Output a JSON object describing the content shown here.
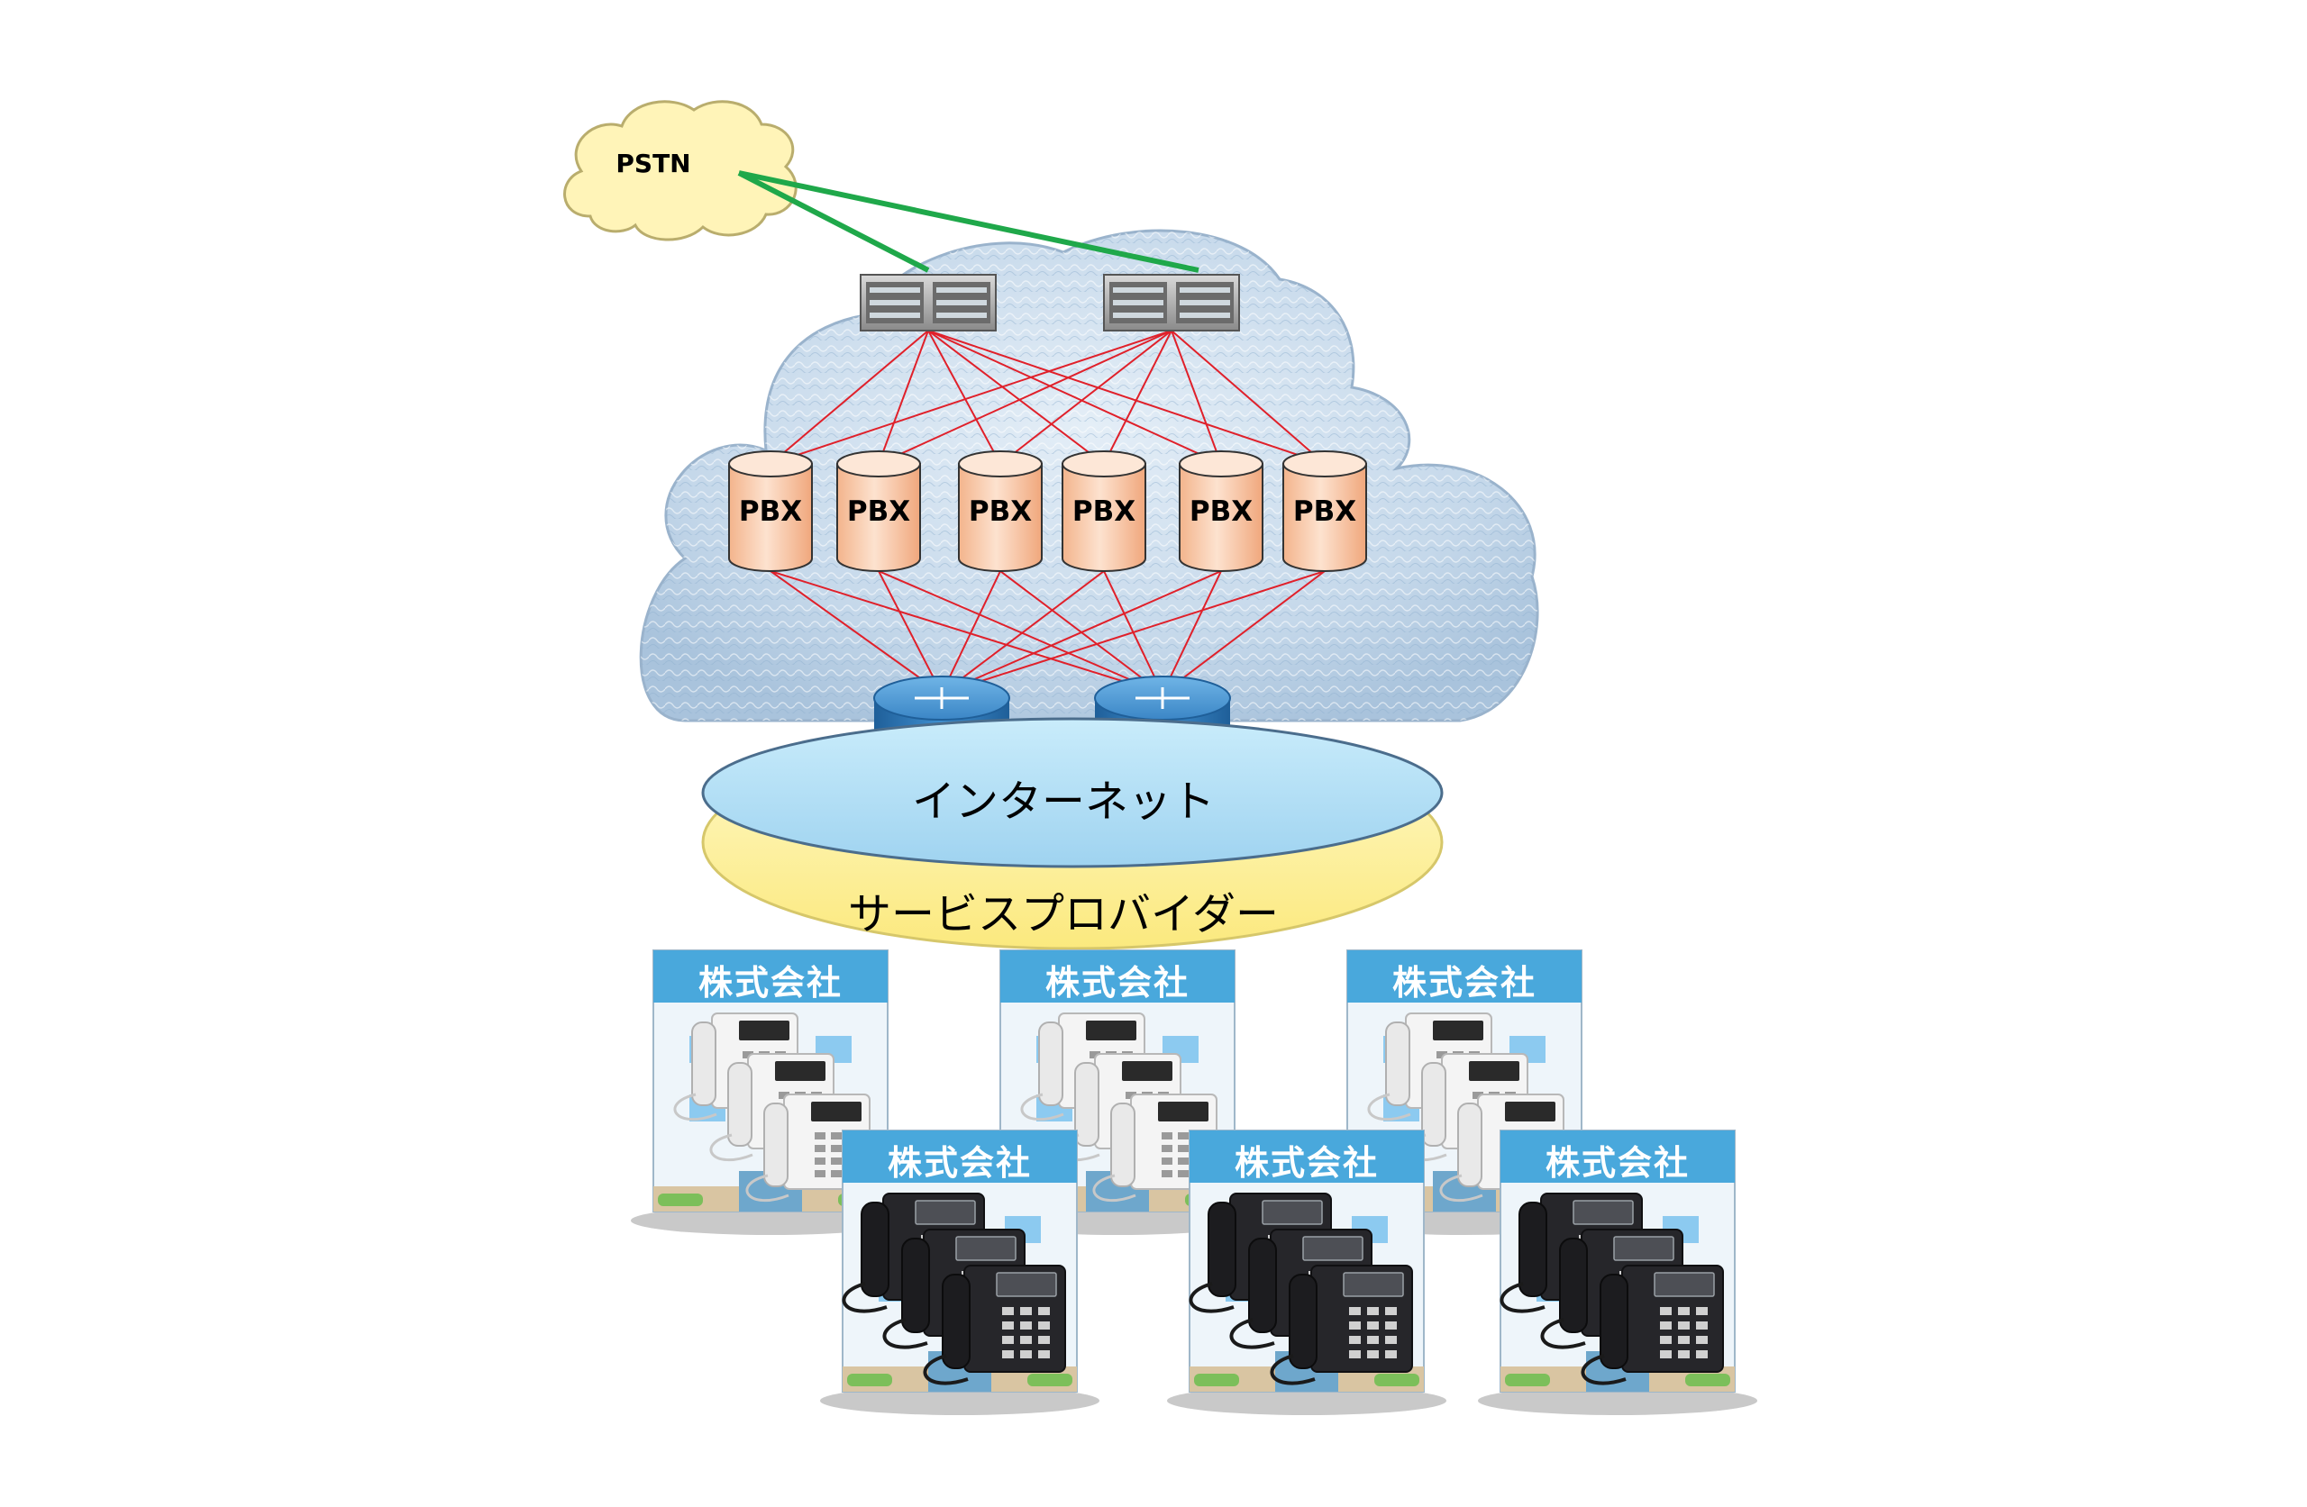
{
  "pstn": {
    "label": "PSTN"
  },
  "pbx": {
    "label": "PBX",
    "count": 6
  },
  "internet": {
    "label": "インターネット"
  },
  "provider": {
    "label": "サービスプロバイダー"
  },
  "company": {
    "label": "株式会社",
    "count": 6
  },
  "colors": {
    "pstn_cloud": "#fff4b8",
    "cloud_fill": "#c8d9ea",
    "pbx_fill": "#f7c3a1",
    "mesh_line": "#e0202a",
    "pstn_link": "#1fa84a",
    "router": "#2e7fc0",
    "internet_fill": "#b6e0f6",
    "provider_fill": "#fff5a8",
    "company_banner": "#49a8dc",
    "phone_dark": "#1f1f22",
    "phone_light": "#f2f2f2"
  }
}
